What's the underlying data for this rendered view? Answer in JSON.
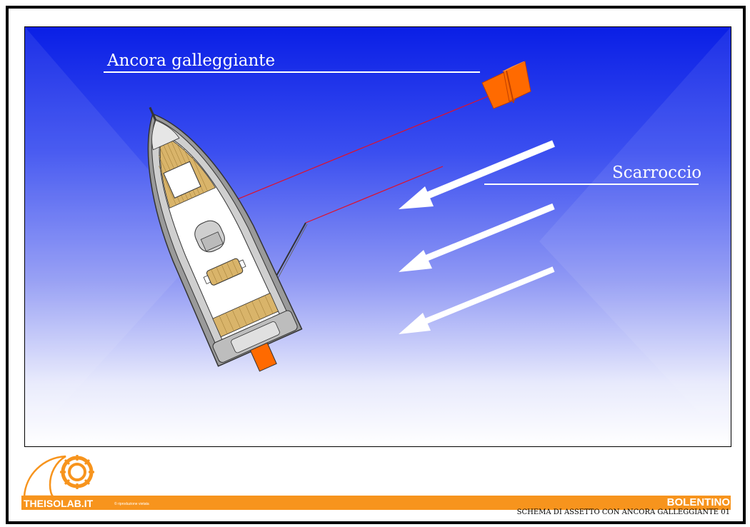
{
  "labels": {
    "sea_anchor": "Ancora galleggiante",
    "drift": "Scarroccio"
  },
  "footer": {
    "brand": "THEISOLAB.IT",
    "copyright": "© riproduzione vietata",
    "section": "BOLENTINO",
    "caption": "SCHEMA DI ASSETTO CON ANCORA GALLEGGIANTE 01"
  },
  "colors": {
    "brand_orange": "#f7941d",
    "sea_top": "#0a1fe6",
    "sea_bottom": "#ffffff",
    "line_red": "#e0102a",
    "anchor_orange": "#ff6a00"
  },
  "icons": {
    "logo": "theisolab-wheel-icon",
    "boat": "boat-icon",
    "sea_anchor": "sea-anchor-icon",
    "drift_arrow": "drift-arrow-icon"
  }
}
